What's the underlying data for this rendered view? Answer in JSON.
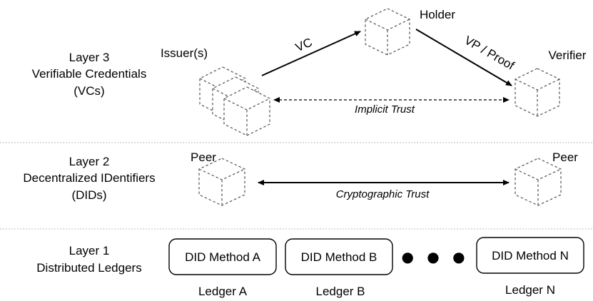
{
  "layers": {
    "layer3": {
      "title": "Layer 3",
      "line2": "Verifiable Credentials",
      "line3": "(VCs)"
    },
    "layer2": {
      "title": "Layer 2",
      "line2": "Decentralized IDentifiers",
      "line3": "(DIDs)"
    },
    "layer1": {
      "title": "Layer 1",
      "line2": "Distributed Ledgers"
    }
  },
  "roles": {
    "issuer": "Issuer(s)",
    "holder": "Holder",
    "verifier": "Verifier",
    "peer_left": "Peer",
    "peer_right": "Peer"
  },
  "arrows": {
    "vc": "VC",
    "vp": "VP / Proof",
    "implicit_trust": "Implicit Trust",
    "cryptographic_trust": "Cryptographic Trust"
  },
  "did_methods": [
    {
      "label": "DID Method A",
      "ledger": "Ledger A"
    },
    {
      "label": "DID Method B",
      "ledger": "Ledger B"
    },
    {
      "label": "DID Method N",
      "ledger": "Ledger N"
    }
  ],
  "ellipsis": "● ● ●"
}
